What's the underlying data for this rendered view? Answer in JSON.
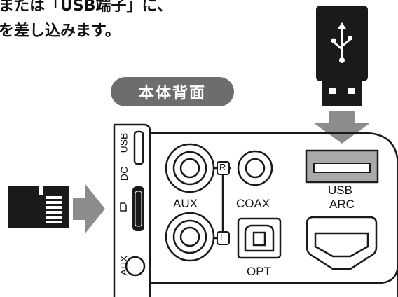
{
  "instruction": {
    "line1": "または「USB端子」に、",
    "line2": "を差し込みます。"
  },
  "panel_title": "本体背面",
  "ports": {
    "aux": "AUX",
    "coax": "COAX",
    "opt": "OPT",
    "usb_arc_line1": "USB",
    "usb_arc_line2": "ARC",
    "right_marker": "R",
    "left_marker": "L",
    "side_usb": "USB",
    "side_dc": "DC",
    "side_aux": "AUX"
  },
  "colors": {
    "arrow": "#8c8c8c",
    "pill": "#6d6d6d",
    "usb_port_fill": "#a9a9a9",
    "stroke": "#1a1a1a"
  }
}
